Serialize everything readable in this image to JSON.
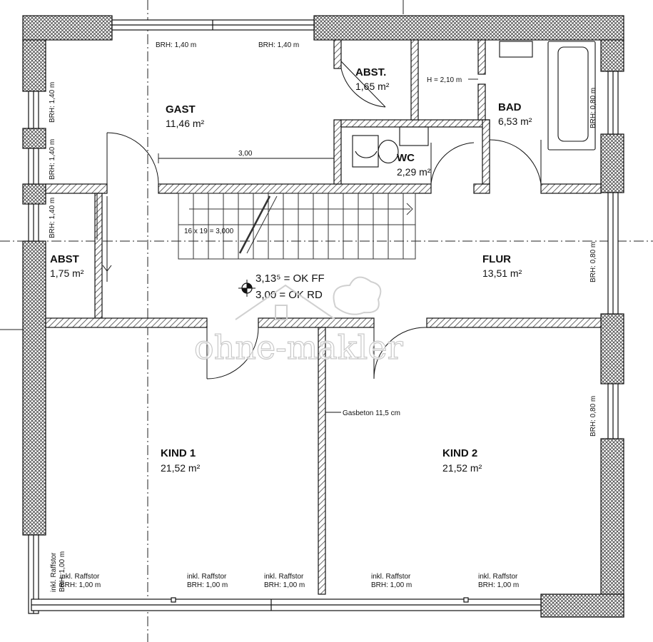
{
  "rooms": {
    "gast": {
      "name": "GAST",
      "area": "11,46 m²"
    },
    "abst1": {
      "name": "ABST.",
      "area": "1,65 m²"
    },
    "bad": {
      "name": "BAD",
      "area": "6,53 m²"
    },
    "wc": {
      "name": "WC",
      "area": "2,29 m²"
    },
    "abst2": {
      "name": "ABST",
      "area": "1,75 m²"
    },
    "flur": {
      "name": "FLUR",
      "area": "13,51 m²"
    },
    "kind1": {
      "name": "KIND 1",
      "area": "21,52 m²"
    },
    "kind2": {
      "name": "KIND 2",
      "area": "21,52 m²"
    }
  },
  "notes": {
    "brh_140": "BRH: 1,40 m",
    "brh_080": "BRH: 0,80 m",
    "raffstor_line1": "inkl. Raffstor",
    "raffstor_line2": "BRH: 1,00 m",
    "h_210": "H = 2,10 m",
    "dim_300": "3,00",
    "stairs": "16 x 19 = 3,000",
    "gasbeton": "Gasbeton 11,5 cm",
    "ok_ff": "3,13⁵ = OK FF",
    "ok_rd": "3,00  = OK RD"
  },
  "watermark": "ohne-makler",
  "colors": {
    "line": "#111111",
    "hatch": "#555555",
    "wall_fill": "#ffffff"
  }
}
